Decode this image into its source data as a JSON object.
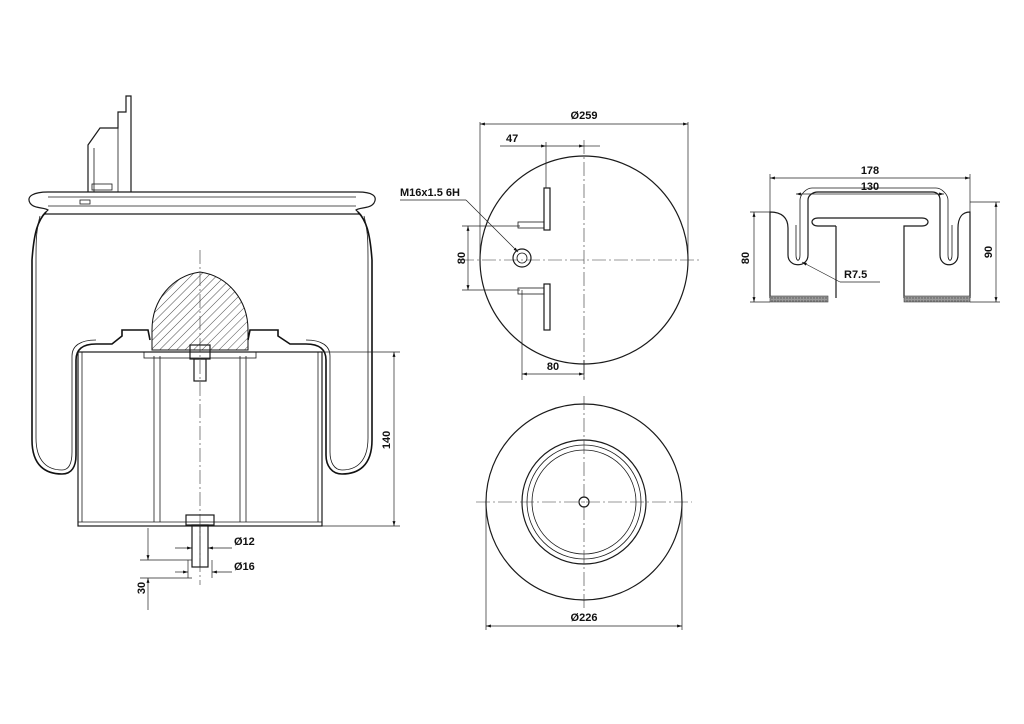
{
  "dimensions": {
    "side_view": {
      "height": "140",
      "pin_diameter": "Ø12",
      "base_diameter": "Ø16",
      "pin_length": "30"
    },
    "top_view": {
      "outer_diameter": "Ø259",
      "offset": "47",
      "thread": "M16x1.5 6H",
      "vertical_spacing": "80",
      "horizontal_spacing": "80"
    },
    "bottom_view": {
      "diameter": "Ø226"
    },
    "bracket_view": {
      "outer_width": "178",
      "inner_width": "130",
      "height_left": "80",
      "height_right": "90",
      "radius": "R7.5"
    }
  }
}
